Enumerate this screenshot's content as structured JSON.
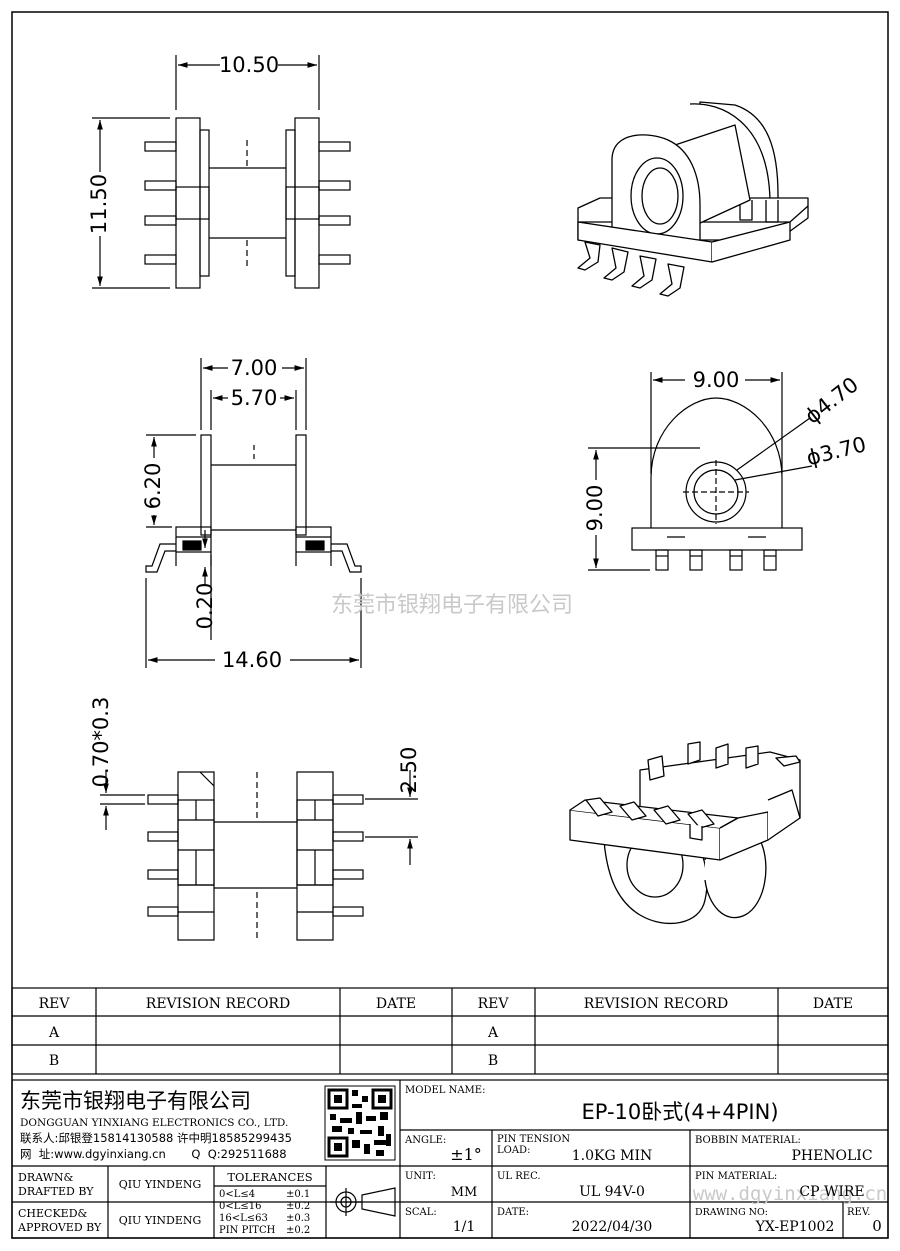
{
  "dimensions": {
    "top_width": "10.50",
    "top_height": "11.50",
    "front_outer": "7.00",
    "front_inner": "5.70",
    "front_height": "6.20",
    "front_gap": "0.20",
    "front_span": "14.60",
    "side_width": "9.00",
    "side_height": "9.00",
    "side_outer_dia": "ϕ4.70",
    "side_inner_dia": "ϕ3.70",
    "bottom_pin": "0.70*0.3",
    "bottom_pitch": "2.50"
  },
  "watermark": {
    "company": "东莞市银翔电子有限公司",
    "website": "www.dgyinxiang.cn"
  },
  "revision": {
    "headers": [
      "REV",
      "REVISION RECORD",
      "DATE",
      "REV",
      "REVISION RECORD",
      "DATE"
    ],
    "rows": [
      "A",
      "B"
    ]
  },
  "company": {
    "name_cn": "东莞市银翔电子有限公司",
    "name_en": "DONGGUAN YINXIANG ELECTRONICS CO., LTD.",
    "contacts": "联系人:邱银登15814130588 许中明18585299435",
    "website": "网  址:www.dgyinxiang.cn       Q  Q:292511688"
  },
  "title_block": {
    "model_label": "MODEL NAME:",
    "model_value": "EP-10卧式(4+4PIN)",
    "angle_label": "ANGLE:",
    "angle_value": "±1°",
    "tension_label_1": "PIN TENSION",
    "tension_label_2": "LOAD:",
    "tension_value": "1.0KG MIN",
    "bobbin_label": "BOBBIN MATERIAL:",
    "bobbin_value": "PHENOLIC",
    "unit_label": "UNIT:",
    "unit_value": "MM",
    "ul_label": "UL REC.",
    "ul_value": "UL 94V-0",
    "pin_mat_label": "PIN MATERIAL:",
    "pin_mat_value": "CP WIRE",
    "scale_label": "SCAL:",
    "scale_value": "1/1",
    "date_label": "DATE:",
    "date_value": "2022/04/30",
    "drawing_label": "DRAWING NO:",
    "drawing_value": "YX-EP1002",
    "rev_label": "REV.",
    "rev_value": "0",
    "drawn_label_1": "DRAWN&",
    "drawn_label_2": "DRAFTED BY",
    "drawn_value": "QIU YINDENG",
    "checked_label_1": "CHECKED&",
    "checked_label_2": "APPROVED BY",
    "checked_value": "QIU YINDENG",
    "tolerances_title": "TOLERANCES",
    "tol_rows": [
      {
        "range": "0<L≤4",
        "value": "±0.1"
      },
      {
        "range": "0<L≤16",
        "value": "±0.2"
      },
      {
        "range": "16<L≤63",
        "value": "±0.3"
      },
      {
        "range": "PIN PITCH",
        "value": "±0.2"
      }
    ]
  }
}
